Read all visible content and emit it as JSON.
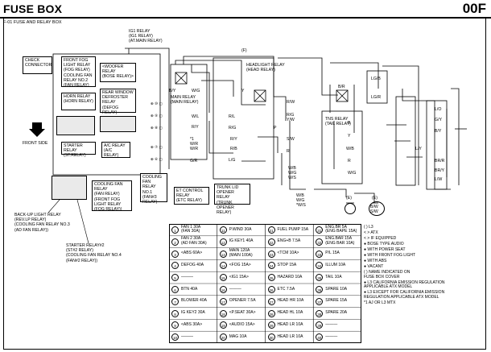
{
  "header": {
    "title": "FUSE BOX",
    "code": "00F"
  },
  "subtitle": "F-01 FUSE AND RELAY BOX",
  "front_side": "FRONT SIDE",
  "relays": [
    {
      "id": "check",
      "label": "CHECK\nCONNECTOR"
    },
    {
      "id": "front_fog",
      "label": "FRONT FOG\nLIGHT RELAY\n(FOG RELAY)\nCOOLING FAN\nRELAY NO.2\n(FAN RELAY)"
    },
    {
      "id": "woofer",
      "label": "<WOOFER RELAY\n(BOSE RELAY)>"
    },
    {
      "id": "horn",
      "label": "HORN RELAY\n(HORN RELAY)"
    },
    {
      "id": "rear_window",
      "label": "REAR WINDOW\nDEFROSTER\nRELAY\n(DEFOG RELAY)"
    },
    {
      "id": "starter",
      "label": "STARTER RELAY\n(ST.RELAY)"
    },
    {
      "id": "ac",
      "label": "A/C RELAY\n(A/C RELAY)"
    },
    {
      "id": "cooling_fan",
      "label": "COOLING FAN\nRELAY\n(FAN RELAY)\n(FRONT FOG\nLIGHT RELAY\n(FOG RELAY))"
    },
    {
      "id": "cooling_fan1",
      "label": "COOLING\nFAN RELAY\nNO.1\n(FAN#3\nRELAY)"
    },
    {
      "id": "et_control",
      "label": "ET CONTROL\nRELAY\n(ETC RELAY)"
    },
    {
      "id": "trunk",
      "label": "TRUNK LID\nOPENER RELAY\n(TRUNK OPENER\nRELAY)"
    }
  ],
  "top_labels": {
    "ig1": "IG1 RELAY\n(IG1 RELAY)\n(AT.MAIN RELAY)",
    "f": "(F)",
    "main_relay": "MAIN RELAY\n(MAIN RELAY)",
    "headlight": "HEADLIGHT RELAY\n(HEAD RELAY)",
    "tns": "TNS RELAY\n(TAIL RELAY)"
  },
  "callouts": {
    "backup": "BACK-UP LIGHT RELAY\n(REV.LP RELAY)\n(COOLING FAN RELAY NO.3\n(AD FAN RELAY))",
    "starter2": "STARTER RELAY#2\n(ST#2 RELAY)\n(COOLING FAN RELAY NO.4\n(FAN#2 RELAY))"
  },
  "wire_codes": {
    "c1": "B/Y",
    "c2": "W/G",
    "c3": "W/L",
    "c4": "R/Y",
    "c5": "R/L",
    "c6": "R/G",
    "c7": "G/R",
    "c8": "L/G",
    "c9": "R/W",
    "c10": "S/W",
    "c11": "Y",
    "c12": "L/O",
    "c13": "G/Y",
    "c14": "B/Y",
    "c15": "L/W",
    "c16": "LG/B",
    "c17": "LG/R",
    "c18": "L/Y",
    "c19": "BR/R",
    "c20": "BR/Y",
    "c21": "W/B",
    "c22": "B",
    "c23": "Y",
    "c24": "R",
    "c25": "W/G",
    "c26": "W/B\nW/G\n*W/S",
    "c27": "W/B\nW/G\nW/S",
    "c28": "B/R",
    "c29": "R/G\nY/W",
    "c30": "R",
    "c31": "B/W\nS/W",
    "c32": "R/B",
    "c33": "R/Y",
    "c34": "*1\nW/R\nW/R",
    "c35": "(E)",
    "c36": "(E)",
    "c37": "P"
  },
  "legend": [
    {
      "n": "1",
      "label": "FAN 1 30A\n(FAN 30A)"
    },
    {
      "n": "2",
      "label": "FAN 2 30A\n(AD FAN 30A)"
    },
    {
      "n": "3",
      "label": "<ABS 60A>"
    },
    {
      "n": "4",
      "label": "DEFOG 40A"
    },
    {
      "n": "5",
      "label": "———"
    },
    {
      "n": "6",
      "label": "BTN 40A"
    },
    {
      "n": "7",
      "label": "BLOWER 40A"
    },
    {
      "n": "8",
      "label": "IG KEY2 30A"
    },
    {
      "n": "9",
      "label": "<ABS 30A>"
    },
    {
      "n": "10",
      "label": "———"
    },
    {
      "n": "11",
      "label": "P.WIND 30A"
    },
    {
      "n": "12",
      "label": "IG KEY1 40A"
    },
    {
      "n": "13",
      "label": "MAIN 120A\n(MAIN 100A)"
    },
    {
      "n": "14",
      "label": "<FOG 15A>"
    },
    {
      "n": "15",
      "label": "<IG1 15A>"
    },
    {
      "n": "16",
      "label": "———"
    },
    {
      "n": "17",
      "label": "OPENER 7.5A"
    },
    {
      "n": "18",
      "label": "<P.SEAT 30A>"
    },
    {
      "n": "19",
      "label": "<AUDIO 15A>"
    },
    {
      "n": "20",
      "label": "MAG 10A"
    },
    {
      "n": "21",
      "label": "FUEL PUMP 15A"
    },
    {
      "n": "22",
      "label": "ENG+B 7.5A"
    },
    {
      "n": "23",
      "label": "<TCM 10A>"
    },
    {
      "n": "24",
      "label": "STOP 15A"
    },
    {
      "n": "25",
      "label": "HAZARD 10A"
    },
    {
      "n": "26",
      "label": "ETC 7.5A"
    },
    {
      "n": "27",
      "label": "HEAD HR 10A"
    },
    {
      "n": "28",
      "label": "HEAD HL 10A"
    },
    {
      "n": "29",
      "label": "HEAD LR 10A"
    },
    {
      "n": "30",
      "label": "HEAD LR 10A"
    },
    {
      "n": "31",
      "label": "ENG.BR 5A\n(ENG BAPE 15A)"
    },
    {
      "n": "32",
      "label": "ENG.BAR 15A\n(ENG BAR 10A)"
    },
    {
      "n": "33",
      "label": "P/L 15A"
    },
    {
      "n": "34",
      "label": "ILLUM 10A"
    },
    {
      "n": "35",
      "label": "TAIL 10A"
    },
    {
      "n": "36",
      "label": "SPARE 10A"
    },
    {
      "n": "37",
      "label": "SPARE 15A"
    },
    {
      "n": "38",
      "label": "SPARE 20A"
    },
    {
      "n": "39",
      "label": "———"
    },
    {
      "n": "40",
      "label": "———"
    }
  ],
  "notes": [
    "( ) L3",
    "< > ATX",
    "< > IF EQUIPPED",
    "● BOSE TYPE AUDIO",
    "● WITH POWER SEAT",
    "● WITH FRONT FOG LIGHT",
    "● WITH ABS",
    "● VACANT",
    "( ) NAME INDICATED ON\n   FUSE BOX COVER",
    "● L3 CALIFORNIA EMISSION REGULATION\n   APPLICABLE ATX MODEL",
    "● L3 EXCEPT FOR CALIFORNIA EMISSION\n   REGULATION APPLICABLE ATX MODEL",
    "*1 AJ OR L3 MTX"
  ]
}
